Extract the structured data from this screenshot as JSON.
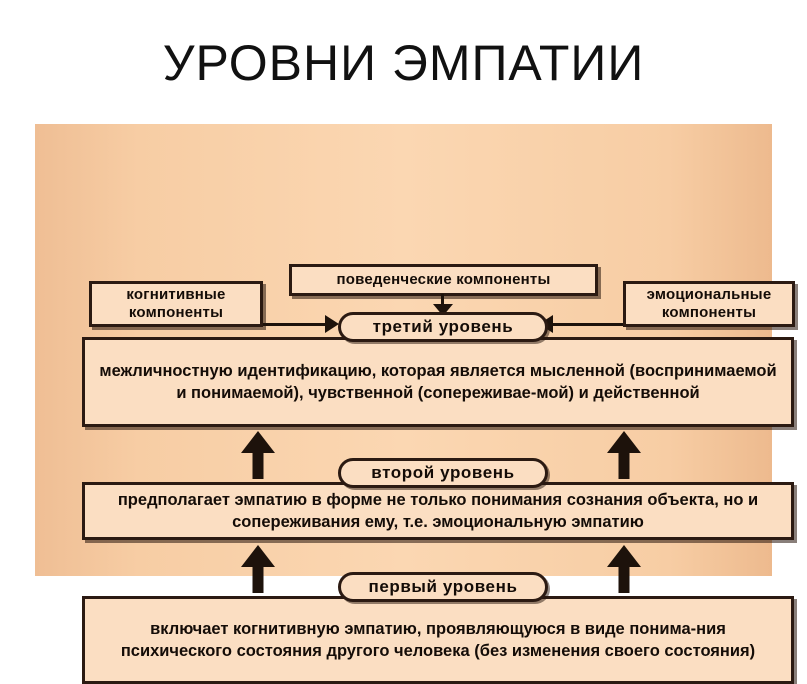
{
  "title": "УРОВНИ ЭМПАТИИ",
  "colors": {
    "panel_background": "#F5C79A",
    "box_fill": "#FBDEC2",
    "outline": "#2B1A12",
    "title_text": "#111111"
  },
  "components": {
    "cognitive": "когнитивные\nкомпоненты",
    "cognitive_line1": "когнитивные",
    "cognitive_line2": "компоненты",
    "behavioral": "поведенческие компоненты",
    "emotional_line1": "эмоциональные",
    "emotional_line2": "компоненты"
  },
  "levels": [
    {
      "id": "third",
      "pill_label": "третий уровень",
      "description": "межличностную идентификацию, которая является мысленной (воспринимаемой и понимаемой), чувственной (сопереживае-мой) и действенной"
    },
    {
      "id": "second",
      "pill_label": "второй уровень",
      "description": "предполагает эмпатию в форме не только понимания сознания объекта, но и сопереживания ему, т.е. эмоциональную эмпатию"
    },
    {
      "id": "first",
      "pill_label": "первый уровень",
      "description": "включает когнитивную эмпатию, проявляющуюся в виде понима-ния психического состояния другого человека (без изменения своего состояния)"
    }
  ],
  "arrows": {
    "cognitive_to_third": "arrow-right-icon",
    "behavioral_to_third": "arrow-down-icon",
    "emotional_to_third": "arrow-left-icon",
    "first_to_second": "arrow-up-icon",
    "second_to_third": "arrow-up-icon"
  }
}
